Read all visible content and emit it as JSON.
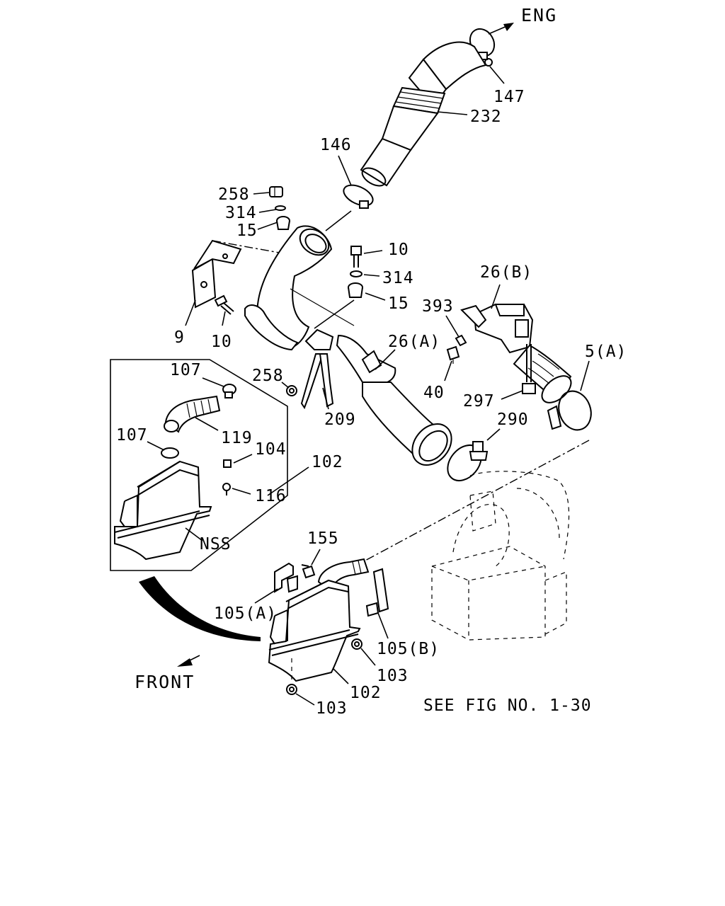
{
  "labels": {
    "eng": "ENG",
    "front": "FRONT",
    "see_fig": "SEE FIG NO. 1-30",
    "nss": "NSS",
    "p147": "147",
    "p232": "232",
    "p146": "146",
    "p258_top": "258",
    "p314_top": "314",
    "p15_top": "15",
    "p10_right": "10",
    "p314_right": "314",
    "p15_right": "15",
    "p9": "9",
    "p10_left": "10",
    "p26b": "26(B)",
    "p393": "393",
    "p26a": "26(A)",
    "p5a": "5(A)",
    "p40": "40",
    "p297": "297",
    "p290": "290",
    "p258_mid": "258",
    "p209": "209",
    "p107_top": "107",
    "p119": "119",
    "p107_left": "107",
    "p104": "104",
    "p102_inset": "102",
    "p116": "116",
    "p155": "155",
    "p105a": "105(A)",
    "p105b": "105(B)",
    "p103_right": "103",
    "p102_bottom": "102",
    "p103_bottom": "103"
  },
  "icons": [
    "direction-arrow-icon",
    "front-arrow-icon"
  ]
}
